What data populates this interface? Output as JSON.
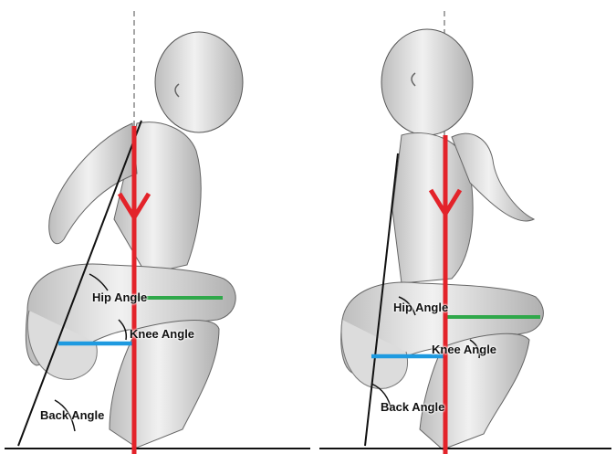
{
  "panels": [
    {
      "labels": {
        "hip": "Hip Angle",
        "knee": "Knee Angle",
        "back": "Back Angle"
      }
    },
    {
      "labels": {
        "hip": "Hip Angle",
        "knee": "Knee Angle",
        "back": "Back Angle"
      }
    }
  ],
  "colors": {
    "gravity_line": "#e3232a",
    "femur_line": "#2fa84a",
    "shin_line": "#1e9ae0",
    "reference_line": "#111111",
    "figure_fill": "#e9e9e9",
    "figure_shade": "#b8b8b8"
  },
  "icons": [
    "down-arrow-icon",
    "down-arrow-icon"
  ]
}
